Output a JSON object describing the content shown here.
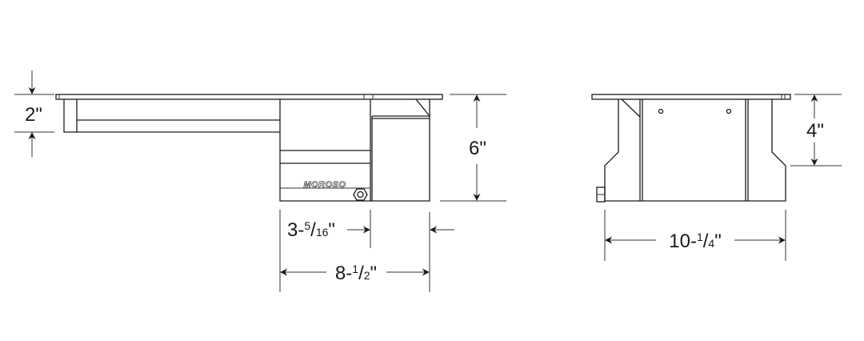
{
  "title": "Oil pan dimension drawing",
  "brand_logo": "MOROSO",
  "side_view": {
    "dimensions": {
      "front_depth": {
        "whole": "2",
        "unit": "\""
      },
      "sump_depth": {
        "whole": "6",
        "unit": "\""
      },
      "rear_section_offset": {
        "whole": "3-",
        "num": "5",
        "den": "16",
        "unit": "\""
      },
      "sump_length": {
        "whole": "8-",
        "num": "1",
        "den": "2",
        "unit": "\""
      }
    }
  },
  "end_view": {
    "dimensions": {
      "upper_depth": {
        "whole": "4",
        "unit": "\""
      },
      "width": {
        "whole": "10-",
        "num": "1",
        "den": "4",
        "unit": "\""
      }
    }
  },
  "colors": {
    "line": "#1a1a1a",
    "background": "#ffffff"
  }
}
